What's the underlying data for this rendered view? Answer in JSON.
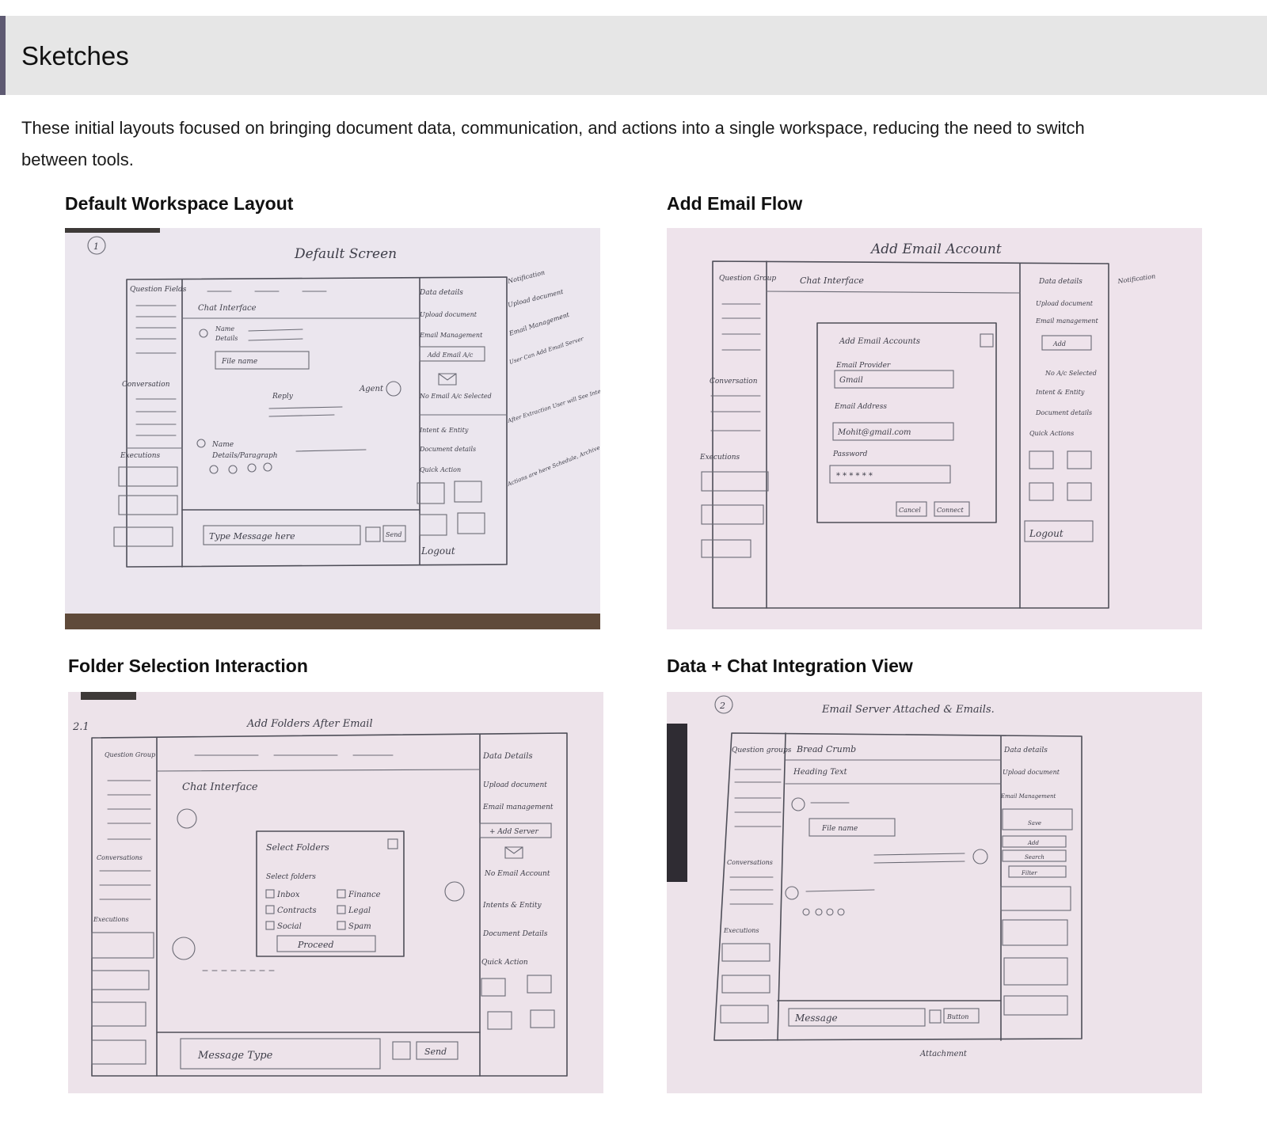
{
  "header": {
    "title": "Sketches",
    "accent_color": "#5e5a72",
    "background": "#e6e6e6"
  },
  "intro": {
    "text": "These initial layouts focused on bringing document data, communication, and actions into a single workspace, reducing the need to switch between tools."
  },
  "sketches": [
    {
      "title": "Default Workspace Layout",
      "sheet_heading": "Default Screen",
      "page_number": "1",
      "left_labels": [
        "Question Fields",
        "Conversation",
        "Executions"
      ],
      "chat_labels": [
        "Chat Interface",
        "Name",
        "Details",
        "File name",
        "Reply",
        "Agent",
        "Name",
        "Details/Paragraph",
        "Type Message here",
        "Send"
      ],
      "right_labels": [
        "Data details",
        "Upload document",
        "Email Management",
        "Add Email A/c",
        "No Email A/c Selected",
        "Intent & Entity",
        "Document details",
        "Quick Action",
        "Logout"
      ],
      "margin_notes": [
        "Notification",
        "Upload document",
        "Email Management",
        "User Can Add Email Server",
        "After Extraction User will See Intent & Entity",
        "Actions are here Schedule, Archive, Assign, Export"
      ]
    },
    {
      "title": "Add Email Flow",
      "sheet_heading": "Add Email Account",
      "left_labels": [
        "Question Group",
        "Conversation",
        "Executions"
      ],
      "chat_labels": [
        "Chat Interface"
      ],
      "modal": {
        "title": "Add Email Accounts",
        "fields": [
          "Email Provider",
          "Gmail",
          "Email Address",
          "Mohit@gmail.com",
          "Password",
          "* * * * * *"
        ],
        "buttons": [
          "Cancel",
          "Connect"
        ]
      },
      "right_labels": [
        "Data details",
        "Upload document",
        "Email management",
        "Add",
        "No A/c Selected",
        "Intent & Entity",
        "Document details",
        "Quick Actions",
        "Logout"
      ],
      "margin_notes": [
        "Notification"
      ]
    },
    {
      "title": "Folder Selection Interaction",
      "sheet_heading": "Add Folders After Email",
      "page_number": "2.1",
      "left_labels": [
        "Question Group",
        "Conversations",
        "Executions"
      ],
      "chat_labels": [
        "Chat Interface",
        "Message Type",
        "Send"
      ],
      "modal": {
        "title": "Select Folders",
        "subtitle": "Select folders",
        "options": [
          "Inbox",
          "Finance",
          "Contracts",
          "Legal",
          "Social",
          "Spam"
        ],
        "button": "Proceed"
      },
      "right_labels": [
        "Data Details",
        "Upload document",
        "Email management",
        "+ Add Server",
        "No Email Account",
        "Intents & Entity",
        "Document Details",
        "Quick Action"
      ]
    },
    {
      "title": "Data + Chat Integration View",
      "sheet_heading": "Email Server Attached & Emails.",
      "page_number": "2",
      "left_labels": [
        "Question groups",
        "Conversations",
        "Executions"
      ],
      "chat_labels": [
        "Bread Crumb",
        "Heading Text",
        "File name",
        "Message",
        "Button"
      ],
      "right_labels": [
        "Data details",
        "Upload document",
        "Email Management",
        "Save",
        "Add",
        "Search",
        "Filter"
      ],
      "margin_notes": [
        "Attachment"
      ]
    }
  ]
}
